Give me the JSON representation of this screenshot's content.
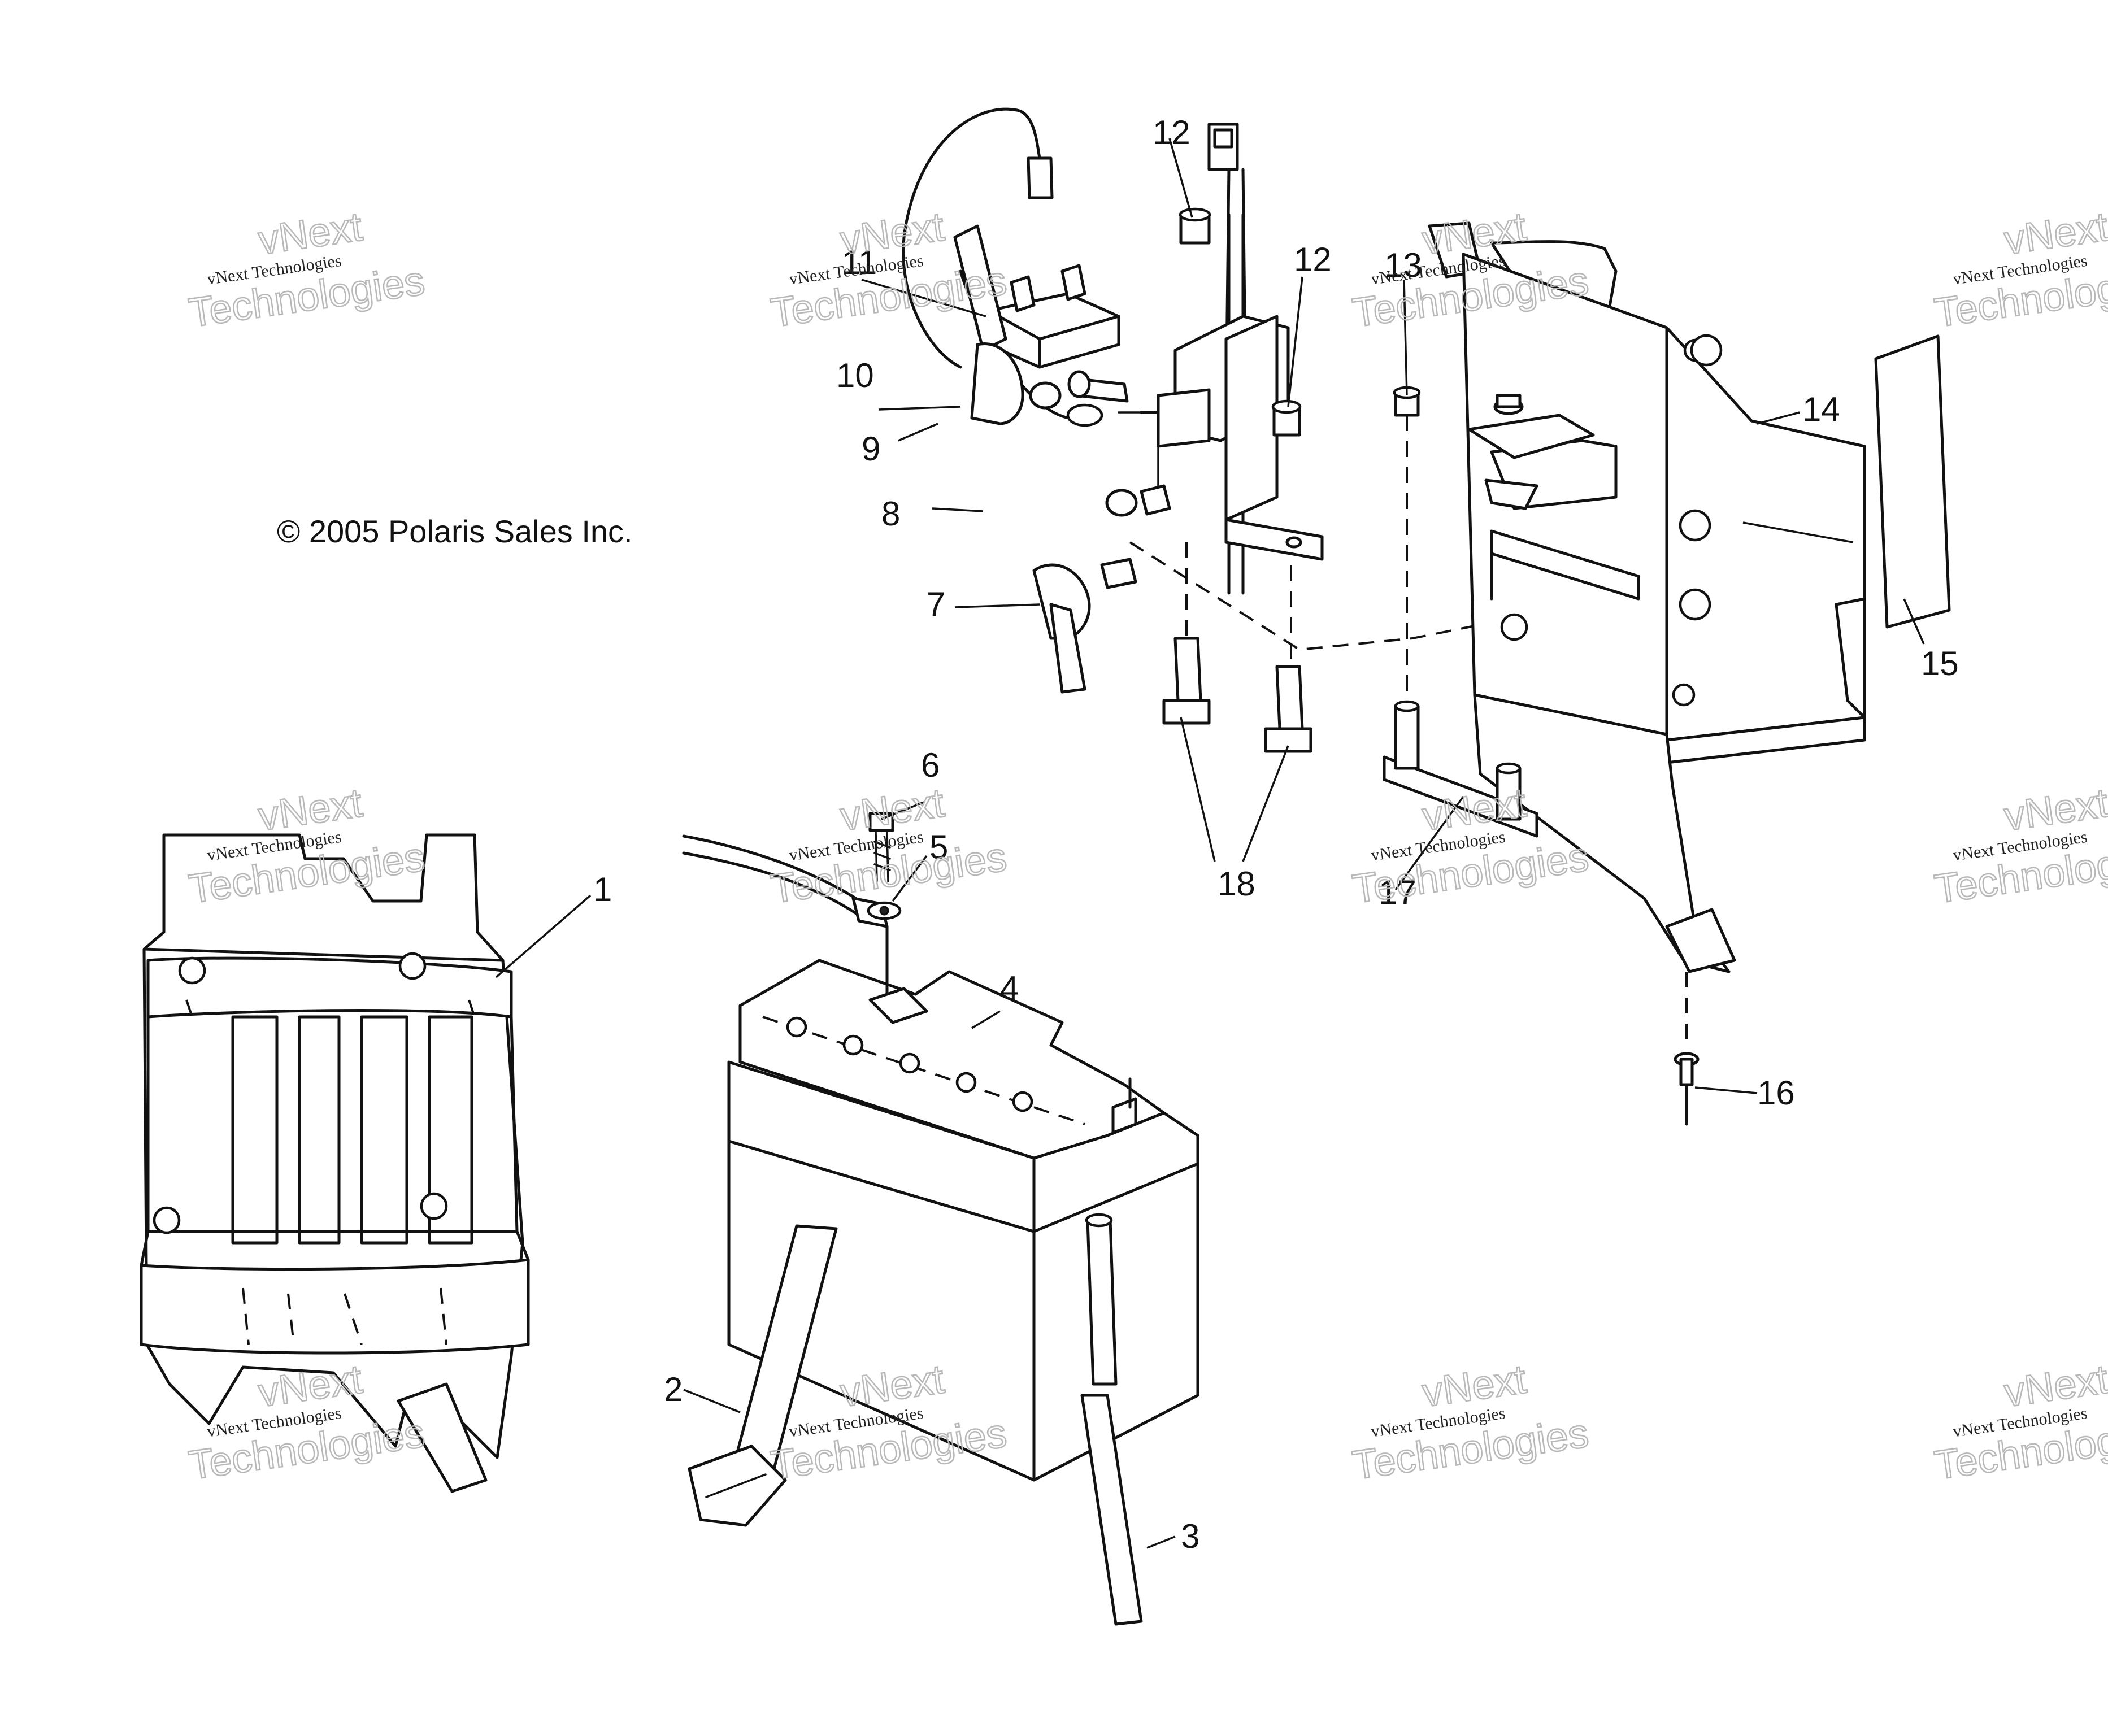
{
  "copyright": "© 2005 Polaris Sales Inc.",
  "callouts": [
    "1",
    "2",
    "3",
    "4",
    "5",
    "6",
    "7",
    "8",
    "9",
    "10",
    "11",
    "12",
    "12",
    "13",
    "14",
    "15",
    "16",
    "17",
    "18"
  ],
  "watermark": {
    "line1": "vNext",
    "line2": "vNext Technologies",
    "line3": "Technologies"
  }
}
